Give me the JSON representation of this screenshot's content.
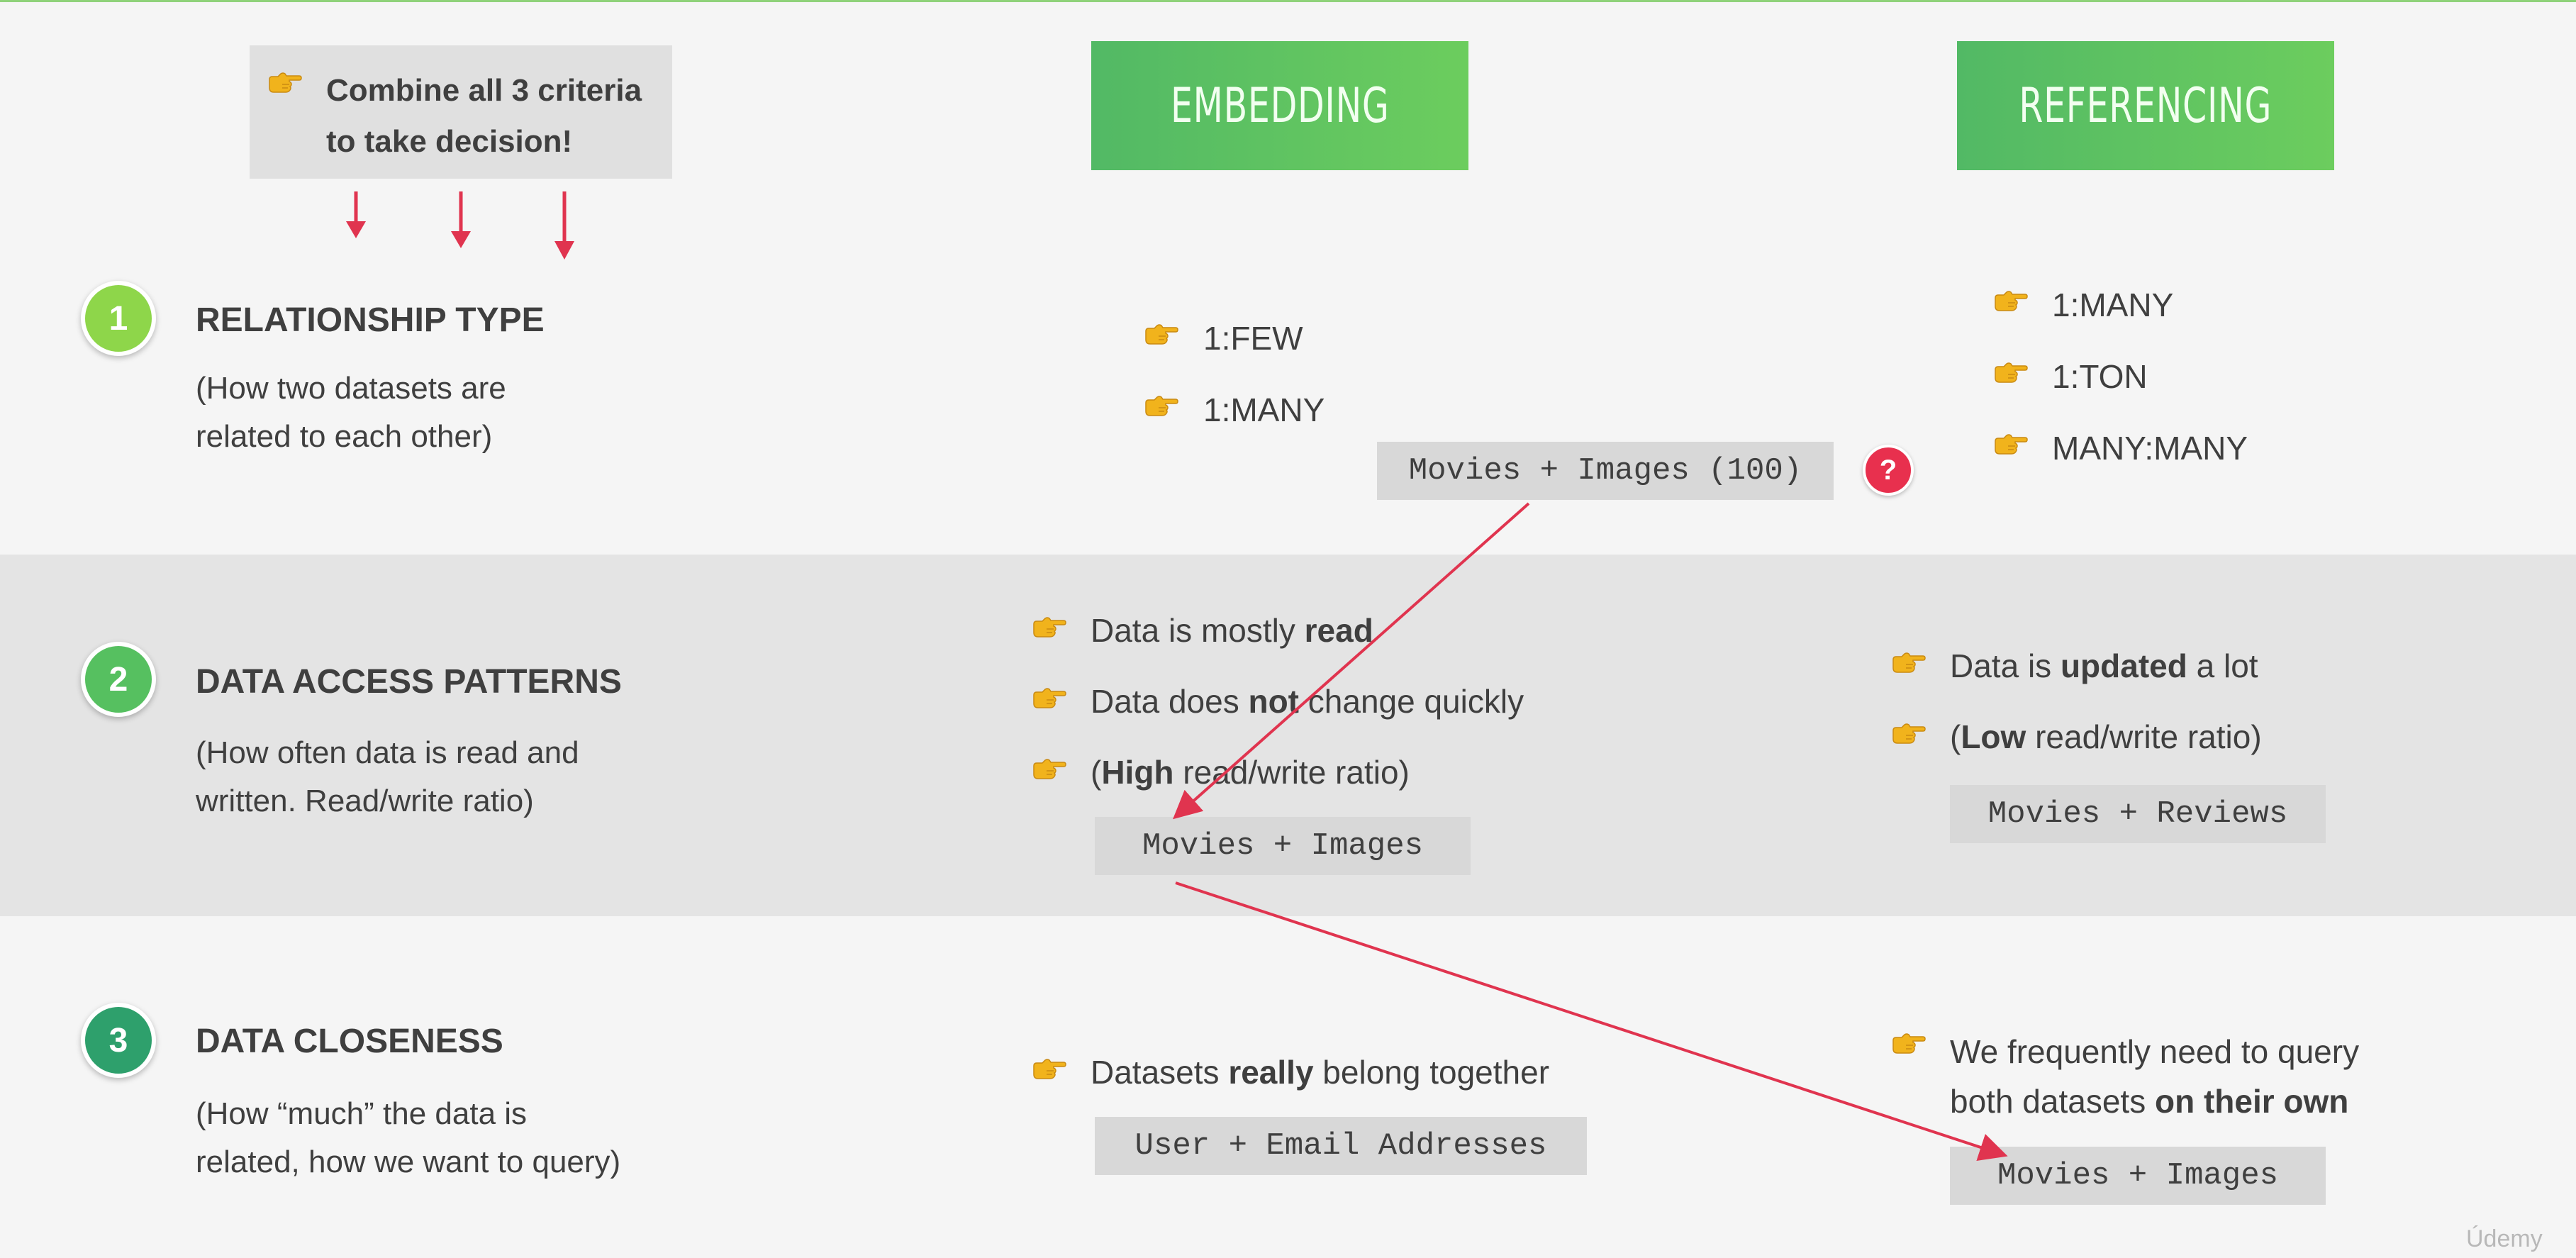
{
  "callout": {
    "line1": "Combine all 3 criteria",
    "line2": "to take decision!"
  },
  "headers": {
    "embedding": "EMBEDDING",
    "referencing": "REFERENCING"
  },
  "criteria": [
    {
      "number": "1",
      "title": "RELATIONSHIP TYPE",
      "desc1": "(How two datasets are",
      "desc2": "related to each other)"
    },
    {
      "number": "2",
      "title": "DATA ACCESS PATTERNS",
      "desc1": "(How often data is read and",
      "desc2": "written. Read/write ratio)"
    },
    {
      "number": "3",
      "title": "DATA CLOSENESS",
      "desc1": "(How “much” the data is",
      "desc2": "related, how we want to query)"
    }
  ],
  "row1": {
    "embedding": [
      "1:FEW",
      "1:MANY"
    ],
    "referencing": [
      "1:MANY",
      "1:TON",
      "MANY:MANY"
    ],
    "example": "Movies + Images (100)",
    "question_mark": "?"
  },
  "row2": {
    "embedding": {
      "b1_pre": "Data is mostly ",
      "b1_bold": "read",
      "b2_pre": "Data does ",
      "b2_bold": "not",
      "b2_post": " change quickly",
      "b3_pre": "(",
      "b3_bold": "High",
      "b3_post": " read/write ratio)",
      "example": "Movies + Images"
    },
    "referencing": {
      "b1_pre": "Data is ",
      "b1_bold": "updated",
      "b1_post": " a lot",
      "b2_pre": "(",
      "b2_bold": "Low",
      "b2_post": " read/write ratio)",
      "example": "Movies + Reviews"
    }
  },
  "row3": {
    "embedding": {
      "b1_pre": "Datasets ",
      "b1_bold": "really",
      "b1_post": " belong together",
      "example": "User + Email Addresses"
    },
    "referencing": {
      "b1_line1": "We frequently need to query",
      "b1_line2_pre": "both datasets ",
      "b1_line2_bold": "on their own",
      "example": "Movies + Images"
    }
  },
  "watermark": "Údemy",
  "colors": {
    "header_green": "#5cc260",
    "arrow_red": "#e0344f",
    "hand": "#f1b31c",
    "band_gray": "#e4e4e4"
  },
  "icons": [
    "pointing-hand-icon",
    "down-arrow-icon",
    "question-mark-icon"
  ]
}
